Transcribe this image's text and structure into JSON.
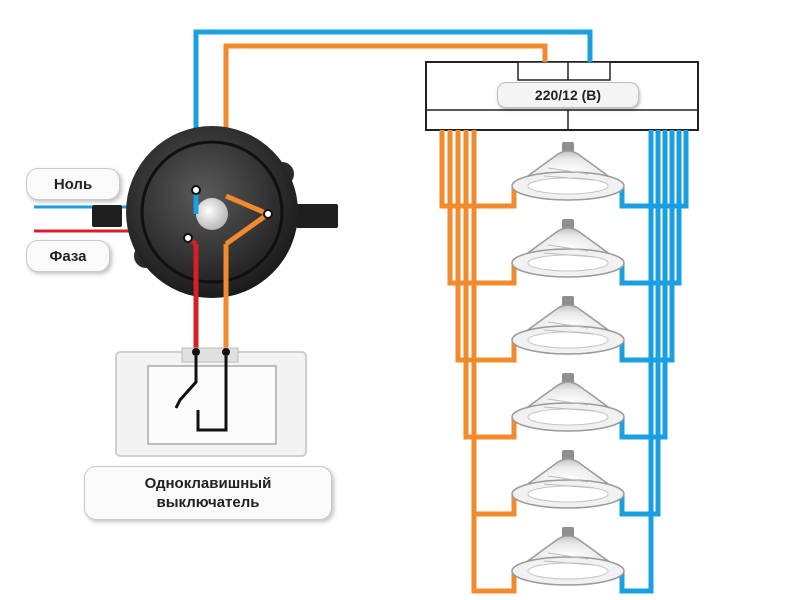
{
  "labels": {
    "neutral": "Ноль",
    "phase": "Фаза",
    "switch_line1": "Одноклавишный",
    "switch_line2": "выключатель",
    "transformer": "220/12 (В)"
  },
  "components": {
    "junction_box": "junction-box",
    "transformer": "transformer",
    "switch": "single-key-switch",
    "lamp": "halogen-lamp"
  },
  "lamp_count": 6,
  "colors": {
    "neutral_wire": "#1a9fe0",
    "phase_wire": "#d81e28",
    "switched_wire": "#f28a2e",
    "lamp_wire_orange": "#f28a2e",
    "lamp_wire_blue": "#1a9fe0"
  }
}
